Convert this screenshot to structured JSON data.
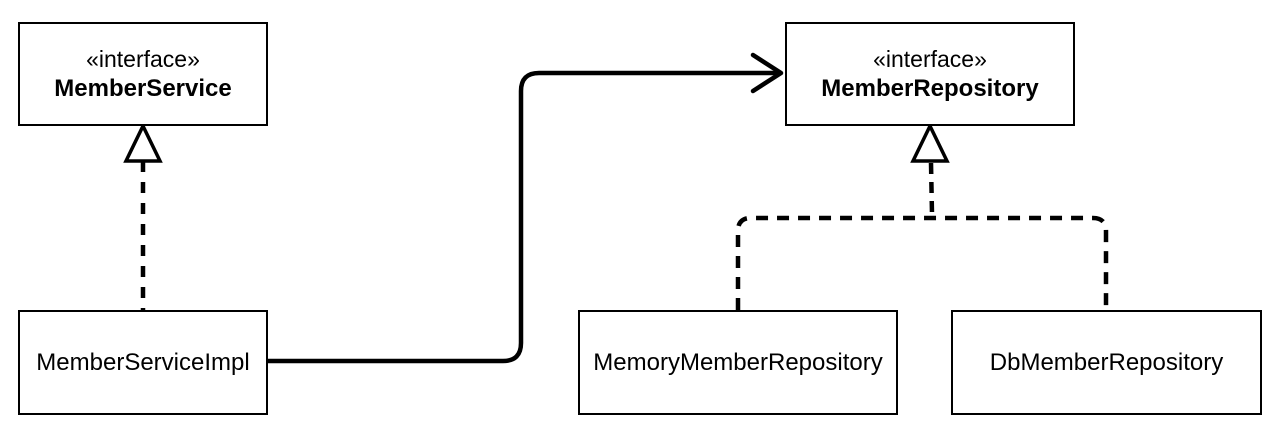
{
  "diagram": {
    "type": "uml-class-diagram",
    "colors": {
      "background": "#ffffff",
      "stroke": "#000000",
      "node_fill": "#ffffff",
      "text": "#000000"
    },
    "nodes": {
      "member_service": {
        "stereotype": "«interface»",
        "name": "MemberService"
      },
      "member_repository": {
        "stereotype": "«interface»",
        "name": "MemberRepository"
      },
      "member_service_impl": {
        "name": "MemberServiceImpl"
      },
      "memory_member_repository": {
        "name": "MemoryMemberRepository"
      },
      "db_member_repository": {
        "name": "DbMemberRepository"
      }
    },
    "edges": [
      {
        "from": "MemberServiceImpl",
        "to": "MemberService",
        "relation": "realization",
        "line": "dashed",
        "marker": "hollow-triangle"
      },
      {
        "from": "MemberServiceImpl",
        "to": "MemberRepository",
        "relation": "dependency",
        "line": "solid",
        "marker": "open-arrow"
      },
      {
        "from": "MemoryMemberRepository",
        "to": "MemberRepository",
        "relation": "realization",
        "line": "dashed",
        "marker": "hollow-triangle"
      },
      {
        "from": "DbMemberRepository",
        "to": "MemberRepository",
        "relation": "realization",
        "line": "dashed",
        "marker": "hollow-triangle"
      }
    ]
  }
}
